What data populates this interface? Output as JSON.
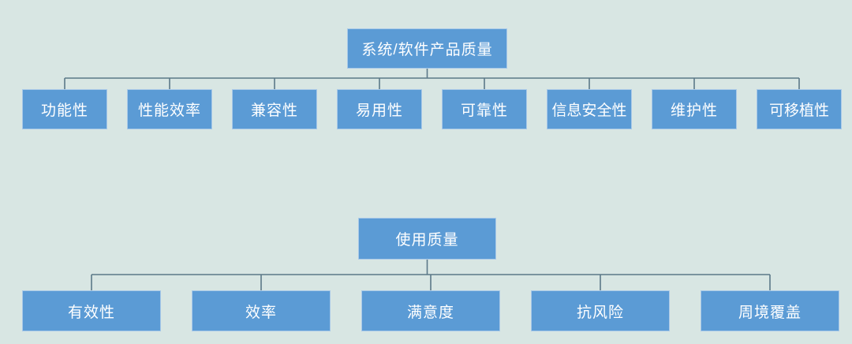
{
  "style": {
    "canvas_bg": "#d8e6e3",
    "node_fill": "#5b9bd5",
    "node_border": "#a9c9e8",
    "node_text": "#ffffff",
    "connector": "#5b7888"
  },
  "product_quality_tree": {
    "root": "系统/软件产品质量",
    "children": [
      "功能性",
      "性能效率",
      "兼容性",
      "易用性",
      "可靠性",
      "信息安全性",
      "维护性",
      "可移植性"
    ]
  },
  "quality_in_use_tree": {
    "root": "使用质量",
    "children": [
      "有效性",
      "效率",
      "满意度",
      "抗风险",
      "周境覆盖"
    ]
  }
}
